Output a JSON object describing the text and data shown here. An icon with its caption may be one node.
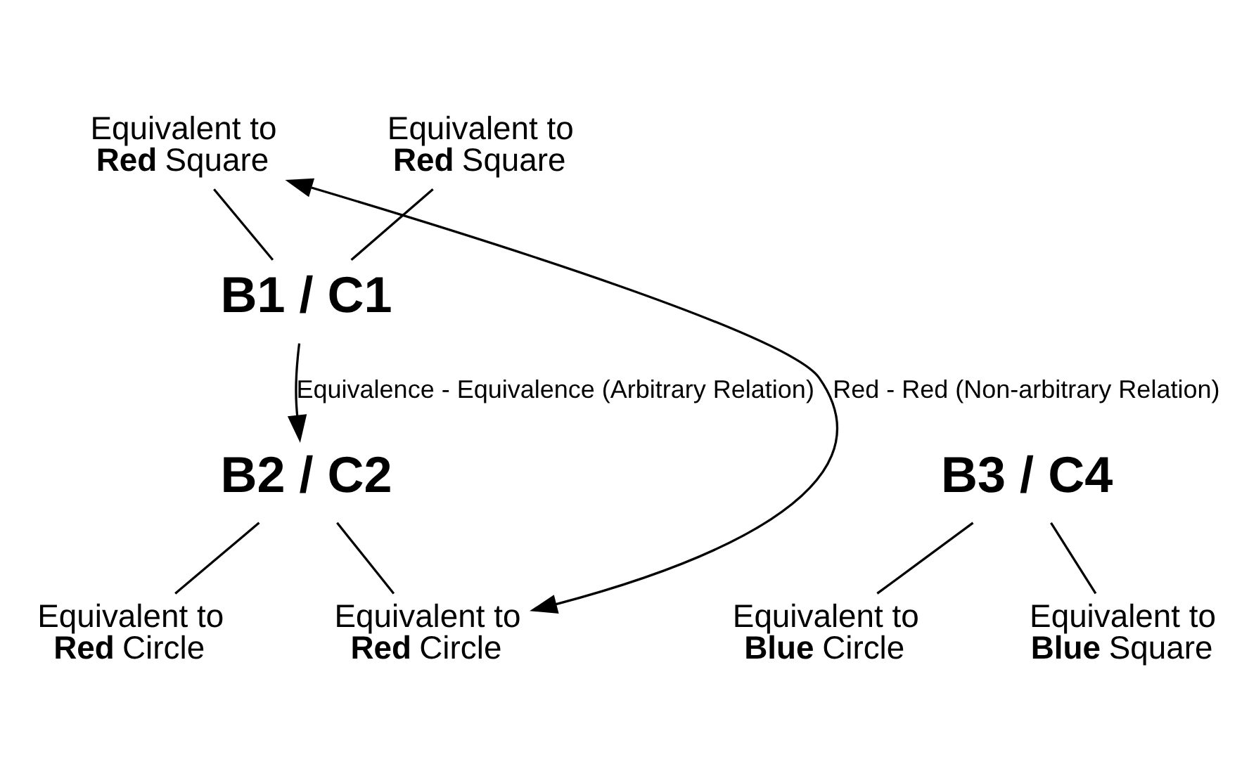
{
  "diagram": {
    "nodes": [
      {
        "text": [
          "Equivalent to **Red** Square"
        ]
      },
      {
        "text": [
          "Equivalent to **Red** Square"
        ]
      },
      {
        "text": [
          "B1 / C1"
        ]
      },
      {
        "text": [
          "B2 / C2"
        ]
      },
      {
        "text": [
          "B3 / C4"
        ]
      },
      {
        "text": [
          "Equivalent to **Red** Circle"
        ]
      },
      {
        "text": [
          "Equivalent to **Red** Circle"
        ]
      },
      {
        "text": [
          "Equivalent to **Blue** Circle"
        ]
      },
      {
        "text": [
          "Equivalent to **Blue** Square"
        ]
      }
    ],
    "edges": [
      {
        "from": 0,
        "to": 2,
        "arrow": "none"
      },
      {
        "from": 1,
        "to": 2,
        "arrow": "none"
      },
      {
        "from": 2,
        "to": 3,
        "arrow": "to",
        "label": "Equivalence - Equivalence (Arbitrary Relation)"
      },
      {
        "from": 5,
        "to": 3,
        "arrow": "none"
      },
      {
        "from": 6,
        "to": 3,
        "arrow": "none"
      },
      {
        "from": 7,
        "to": 4,
        "arrow": "none"
      },
      {
        "from": 8,
        "to": 4,
        "arrow": "none"
      },
      {
        "from": 0,
        "to": 6,
        "arrow": "both",
        "label": "Red - Red (Non-arbitrary Relation)"
      }
    ]
  }
}
